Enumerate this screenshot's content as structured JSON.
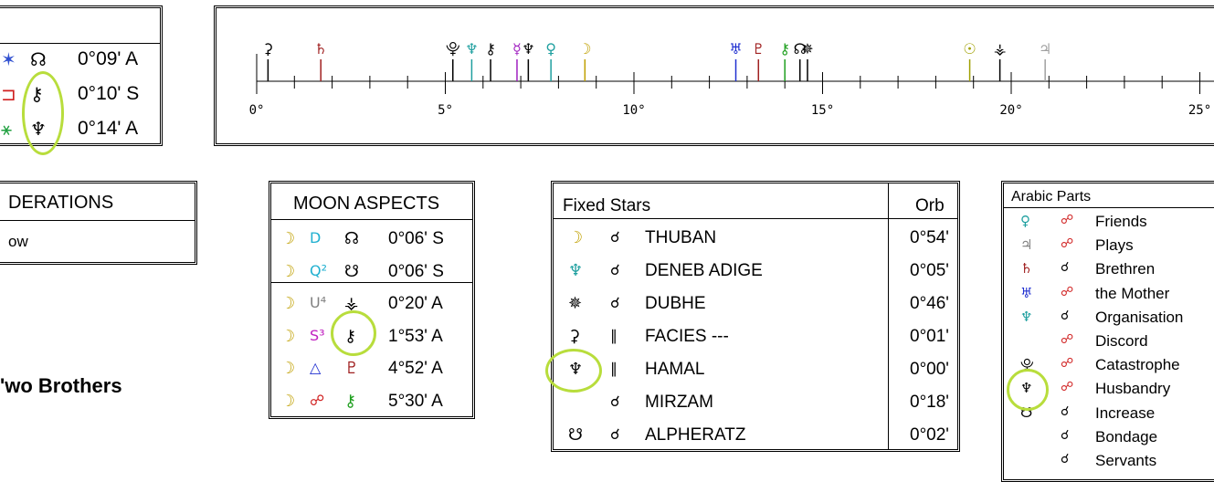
{
  "top_aspects": {
    "rows": [
      {
        "left_glyph": "✶",
        "left_color": "#3050d0",
        "glyph": "☊",
        "orb": "0°09' A"
      },
      {
        "left_glyph": "⊐",
        "left_color": "#d02020",
        "glyph": "⚷",
        "orb": "0°10' S"
      },
      {
        "left_glyph": "⚹",
        "left_color": "#20a040",
        "glyph": "♆",
        "orb": "0°14' A"
      }
    ]
  },
  "considerations": {
    "title": "DERATIONS",
    "value": "ow"
  },
  "two_brothers": "'wo Brothers",
  "ruler": {
    "ticks": [
      "0°",
      "5°",
      "10°",
      "15°",
      "20°",
      "25°"
    ],
    "planets": [
      {
        "glyph": "⚳",
        "color": "#000000",
        "deg": 0.3
      },
      {
        "glyph": "♄",
        "color": "#a02020",
        "deg": 1.7
      },
      {
        "glyph": "⯓",
        "color": "#000000",
        "deg": 5.2
      },
      {
        "glyph": "♆",
        "color": "#20a0a0",
        "deg": 5.7
      },
      {
        "glyph": "⚷",
        "color": "#000000",
        "deg": 6.2
      },
      {
        "glyph": "☿",
        "color": "#a020c0",
        "deg": 6.9
      },
      {
        "glyph": "♆",
        "color": "#000000",
        "deg": 7.2
      },
      {
        "glyph": "♀",
        "color": "#20a0a0",
        "deg": 7.8
      },
      {
        "glyph": "☽",
        "color": "#c0a000",
        "deg": 8.7
      },
      {
        "glyph": "♅",
        "color": "#2030d0",
        "deg": 12.7
      },
      {
        "glyph": "♇",
        "color": "#a02020",
        "deg": 13.3
      },
      {
        "glyph": "⚷",
        "color": "#20a020",
        "deg": 14.0
      },
      {
        "glyph": "☊",
        "color": "#000000",
        "deg": 14.4
      },
      {
        "glyph": "✵",
        "color": "#000000",
        "deg": 14.6
      },
      {
        "glyph": "☉",
        "color": "#a0a000",
        "deg": 18.9
      },
      {
        "glyph": "⚶",
        "color": "#000000",
        "deg": 19.7
      },
      {
        "glyph": "♃",
        "color": "#a0a0a0",
        "deg": 20.9
      }
    ]
  },
  "moon_aspects": {
    "title": "MOON ASPECTS",
    "rows": [
      {
        "planet": "☽",
        "aspect": "D",
        "aspect_color": "#20b0d0",
        "point": "☊",
        "point_color": "#000000",
        "orb": "0°06' S"
      },
      {
        "planet": "☽",
        "aspect": "Q²",
        "aspect_color": "#20b0d0",
        "point": "☋",
        "point_color": "#000000",
        "orb": "0°06' S"
      },
      {
        "planet": "☽",
        "aspect": "U⁴",
        "aspect_color": "#808080",
        "point": "⚶",
        "point_color": "#000000",
        "orb": "0°20' A"
      },
      {
        "planet": "☽",
        "aspect": "S³",
        "aspect_color": "#c020c0",
        "point": "⚷",
        "point_color": "#000000",
        "orb": "1°53' A"
      },
      {
        "planet": "☽",
        "aspect": "△",
        "aspect_color": "#2030d0",
        "point": "♇",
        "point_color": "#a02020",
        "orb": "4°52' A"
      },
      {
        "planet": "☽",
        "aspect": "☍",
        "aspect_color": "#d02020",
        "point": "⚷",
        "point_color": "#20a020",
        "orb": "5°30' A"
      }
    ]
  },
  "fixed_stars": {
    "title": "Fixed Stars",
    "orb_header": "Orb",
    "rows": [
      {
        "planet": "☽",
        "planet_color": "#c0a000",
        "aspect": "☌",
        "star": "THUBAN",
        "orb": "0°54'"
      },
      {
        "planet": "♆",
        "planet_color": "#20a0a0",
        "aspect": "☌",
        "star": "DENEB ADIGE",
        "orb": "0°05'"
      },
      {
        "planet": "✵",
        "planet_color": "#000000",
        "aspect": "☌",
        "star": "DUBHE",
        "orb": "0°46'"
      },
      {
        "planet": "⚳",
        "planet_color": "#000000",
        "aspect": "∥",
        "star": "FACIES ---",
        "orb": "0°01'"
      },
      {
        "planet": "♆",
        "planet_color": "#000000",
        "aspect": "∥",
        "star": "HAMAL",
        "orb": "0°00'"
      },
      {
        "planet": "",
        "planet_color": "#000000",
        "aspect": "☌",
        "star": "MIRZAM",
        "orb": "0°18'"
      },
      {
        "planet": "☋",
        "planet_color": "#000000",
        "aspect": "☌",
        "star": "ALPHERATZ",
        "orb": "0°02'"
      }
    ]
  },
  "arabic_parts": {
    "title": "Arabic Parts",
    "rows": [
      {
        "planet": "♀",
        "planet_color": "#20a0a0",
        "aspect": "☍",
        "aspect_color": "#d02020",
        "part": "Friends"
      },
      {
        "planet": "♃",
        "planet_color": "#808080",
        "aspect": "☍",
        "aspect_color": "#d02020",
        "part": "Plays"
      },
      {
        "planet": "♄",
        "planet_color": "#a02020",
        "aspect": "☌",
        "aspect_color": "#000000",
        "part": "Brethren"
      },
      {
        "planet": "♅",
        "planet_color": "#2030d0",
        "aspect": "☍",
        "aspect_color": "#d02020",
        "part": "the Mother"
      },
      {
        "planet": "♆",
        "planet_color": "#20a0a0",
        "aspect": "☌",
        "aspect_color": "#000000",
        "part": "Organisation"
      },
      {
        "planet": "",
        "planet_color": "#000000",
        "aspect": "☍",
        "aspect_color": "#d02020",
        "part": "Discord"
      },
      {
        "planet": "⯓",
        "planet_color": "#000000",
        "aspect": "☍",
        "aspect_color": "#d02020",
        "part": "Catastrophe"
      },
      {
        "planet": "♆",
        "planet_color": "#000000",
        "aspect": "☍",
        "aspect_color": "#d02020",
        "part": "Husbandry"
      },
      {
        "planet": "☋",
        "planet_color": "#000000",
        "aspect": "☌",
        "aspect_color": "#000000",
        "part": "Increase"
      },
      {
        "planet": "",
        "planet_color": "#000000",
        "aspect": "☌",
        "aspect_color": "#000000",
        "part": "Bondage"
      },
      {
        "planet": "",
        "planet_color": "#000000",
        "aspect": "☌",
        "aspect_color": "#000000",
        "part": "Servants"
      }
    ]
  },
  "colors": {
    "highlight": "#b8dd3c",
    "border": "#000000"
  }
}
